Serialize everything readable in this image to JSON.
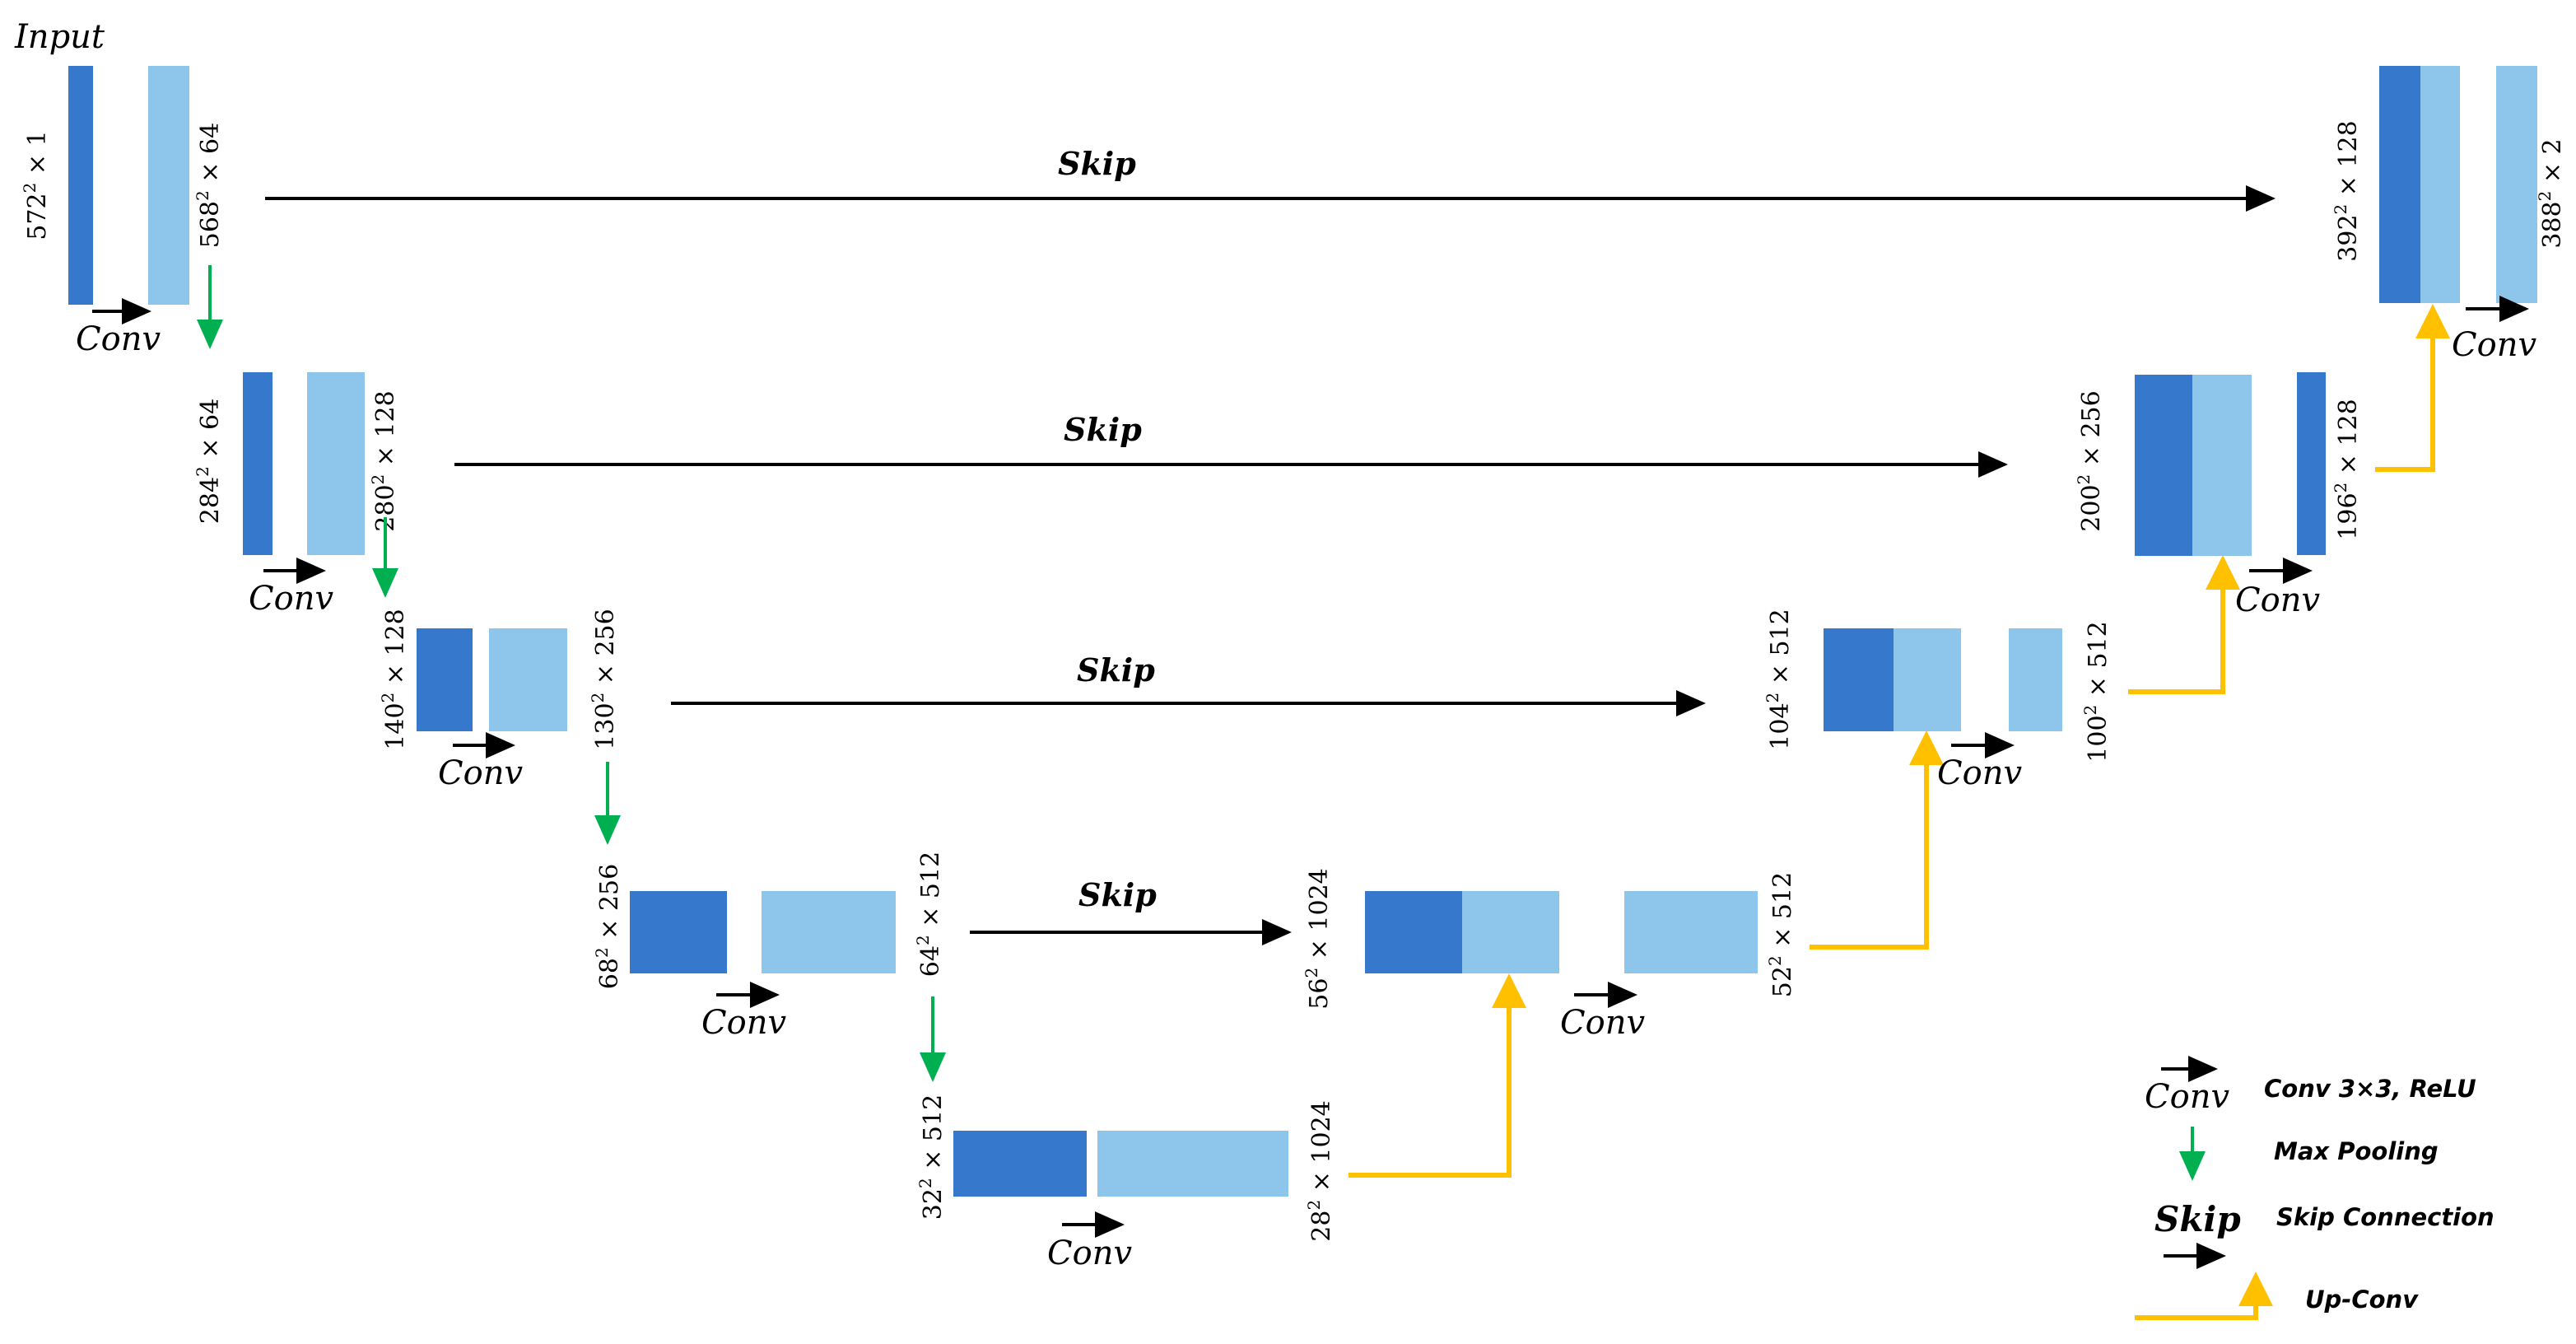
{
  "colors": {
    "dark_block": "#3679CC",
    "light_block": "#8EC5EA",
    "conv_arrow": "#000000",
    "pool_arrow": "#00B050",
    "skip_arrow": "#000000",
    "upconv_arrow": "#FFC000"
  },
  "input_label": "Input",
  "conv_label": "Conv",
  "skip_label": "Skip",
  "dims": [
    {
      "base": "572",
      "rest": " × 1"
    },
    {
      "base": "568",
      "rest": " × 64"
    },
    {
      "base": "284",
      "rest": " × 64"
    },
    {
      "base": "280",
      "rest": " × 128"
    },
    {
      "base": "140",
      "rest": " × 128"
    },
    {
      "base": "130",
      "rest": " × 256"
    },
    {
      "base": "68",
      "rest": " × 256"
    },
    {
      "base": "64",
      "rest": " × 512"
    },
    {
      "base": "32",
      "rest": " × 512"
    },
    {
      "base": "28",
      "rest": " × 1024"
    },
    {
      "base": "56",
      "rest": " × 1024"
    },
    {
      "base": "52",
      "rest": " × 512"
    },
    {
      "base": "104",
      "rest": " × 512"
    },
    {
      "base": "100",
      "rest": " × 512"
    },
    {
      "base": "200",
      "rest": " × 256"
    },
    {
      "base": "196",
      "rest": " × 128"
    },
    {
      "base": "392",
      "rest": " × 128"
    },
    {
      "base": "388",
      "rest": " × 2"
    }
  ],
  "legend": {
    "conv_symbol": "Conv",
    "conv_desc": "Conv 3×3, ReLU",
    "pool_desc": "Max Pooling",
    "skip_symbol": "Skip",
    "skip_desc": "Skip Connection",
    "upconv_desc": "Up-Conv"
  }
}
